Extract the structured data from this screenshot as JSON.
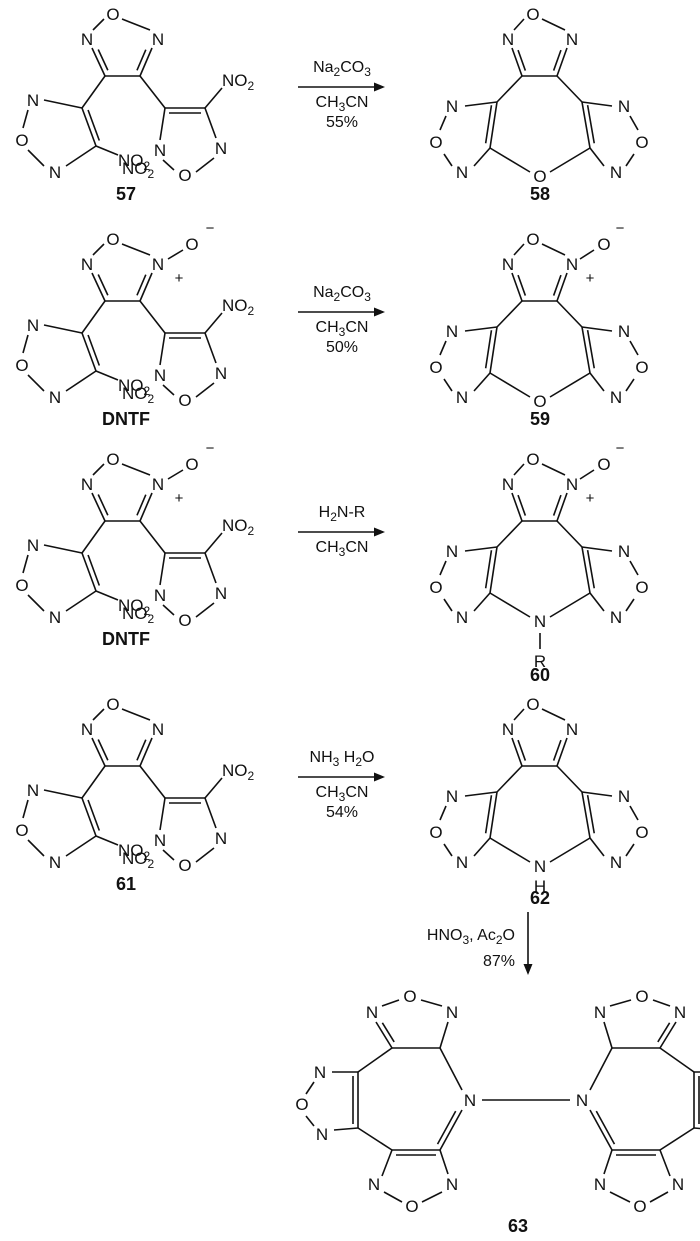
{
  "elements": {
    "n": "N",
    "o": "O",
    "h": "H",
    "r": "R",
    "no2": "NO",
    "no2_sub": "2"
  },
  "charges": {
    "plus": "+",
    "minus": "−"
  },
  "colors": {
    "ink": "#111111",
    "background": "#ffffff"
  },
  "rows": [
    {
      "starting": {
        "label": "57",
        "n_oxide": false
      },
      "product": {
        "label": "58",
        "bridge": "o",
        "n_oxide": false
      },
      "conditions": [
        {
          "parts": [
            {
              "t": "Na"
            },
            {
              "t": "2",
              "sub": true
            },
            {
              "t": "CO"
            },
            {
              "t": "3",
              "sub": true
            }
          ]
        },
        {
          "parts": [
            {
              "t": "CH"
            },
            {
              "t": "3",
              "sub": true
            },
            {
              "t": "CN"
            }
          ]
        },
        {
          "parts": [
            {
              "t": "55%"
            }
          ]
        }
      ]
    },
    {
      "starting": {
        "label": "DNTF",
        "n_oxide": true
      },
      "product": {
        "label": "59",
        "bridge": "o",
        "n_oxide": true
      },
      "conditions": [
        {
          "parts": [
            {
              "t": "Na"
            },
            {
              "t": "2",
              "sub": true
            },
            {
              "t": "CO"
            },
            {
              "t": "3",
              "sub": true
            }
          ]
        },
        {
          "parts": [
            {
              "t": "CH"
            },
            {
              "t": "3",
              "sub": true
            },
            {
              "t": "CN"
            }
          ]
        },
        {
          "parts": [
            {
              "t": "50%"
            }
          ]
        }
      ]
    },
    {
      "starting": {
        "label": "DNTF",
        "n_oxide": true
      },
      "product": {
        "label": "60",
        "bridge": "nr",
        "n_oxide": true
      },
      "conditions": [
        {
          "parts": [
            {
              "t": "H"
            },
            {
              "t": "2",
              "sub": true
            },
            {
              "t": "N-R"
            }
          ]
        },
        {
          "parts": [
            {
              "t": "CH"
            },
            {
              "t": "3",
              "sub": true
            },
            {
              "t": "CN"
            }
          ]
        }
      ]
    },
    {
      "starting": {
        "label": "61",
        "n_oxide": false
      },
      "product": {
        "label": "62",
        "bridge": "nh",
        "n_oxide": false
      },
      "conditions": [
        {
          "parts": [
            {
              "t": "NH"
            },
            {
              "t": "3",
              "sub": true
            },
            {
              "t": " H"
            },
            {
              "t": "2",
              "sub": true
            },
            {
              "t": "O"
            }
          ]
        },
        {
          "parts": [
            {
              "t": "CH"
            },
            {
              "t": "3",
              "sub": true
            },
            {
              "t": "CN"
            }
          ]
        },
        {
          "parts": [
            {
              "t": "54%"
            }
          ]
        }
      ]
    }
  ],
  "final_step": {
    "conditions": [
      {
        "parts": [
          {
            "t": "HNO"
          },
          {
            "t": "3",
            "sub": true
          },
          {
            "t": ", Ac"
          },
          {
            "t": "2",
            "sub": true
          },
          {
            "t": "O"
          }
        ]
      },
      {
        "parts": [
          {
            "t": "87%"
          }
        ]
      }
    ],
    "product": {
      "label": "63"
    }
  }
}
